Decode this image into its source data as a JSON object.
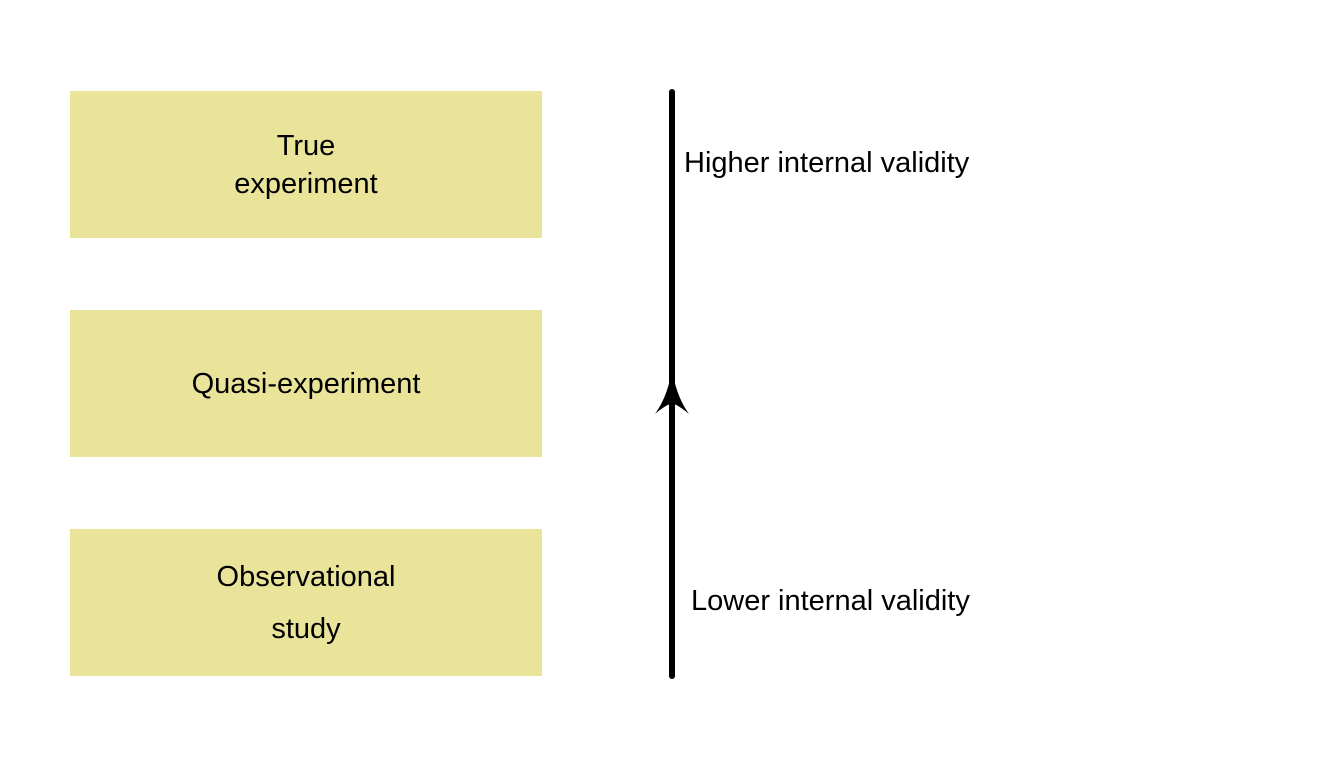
{
  "boxes": [
    {
      "text": "True\nexperiment"
    },
    {
      "text": "Quasi-experiment"
    },
    {
      "text": "Observational\nstudy"
    }
  ],
  "axis": {
    "top_label": "Higher internal validity",
    "bottom_label": "Lower internal validity"
  },
  "colors": {
    "box_fill": "#E9E49A",
    "axis_line": "#000000",
    "text": "#000000"
  }
}
